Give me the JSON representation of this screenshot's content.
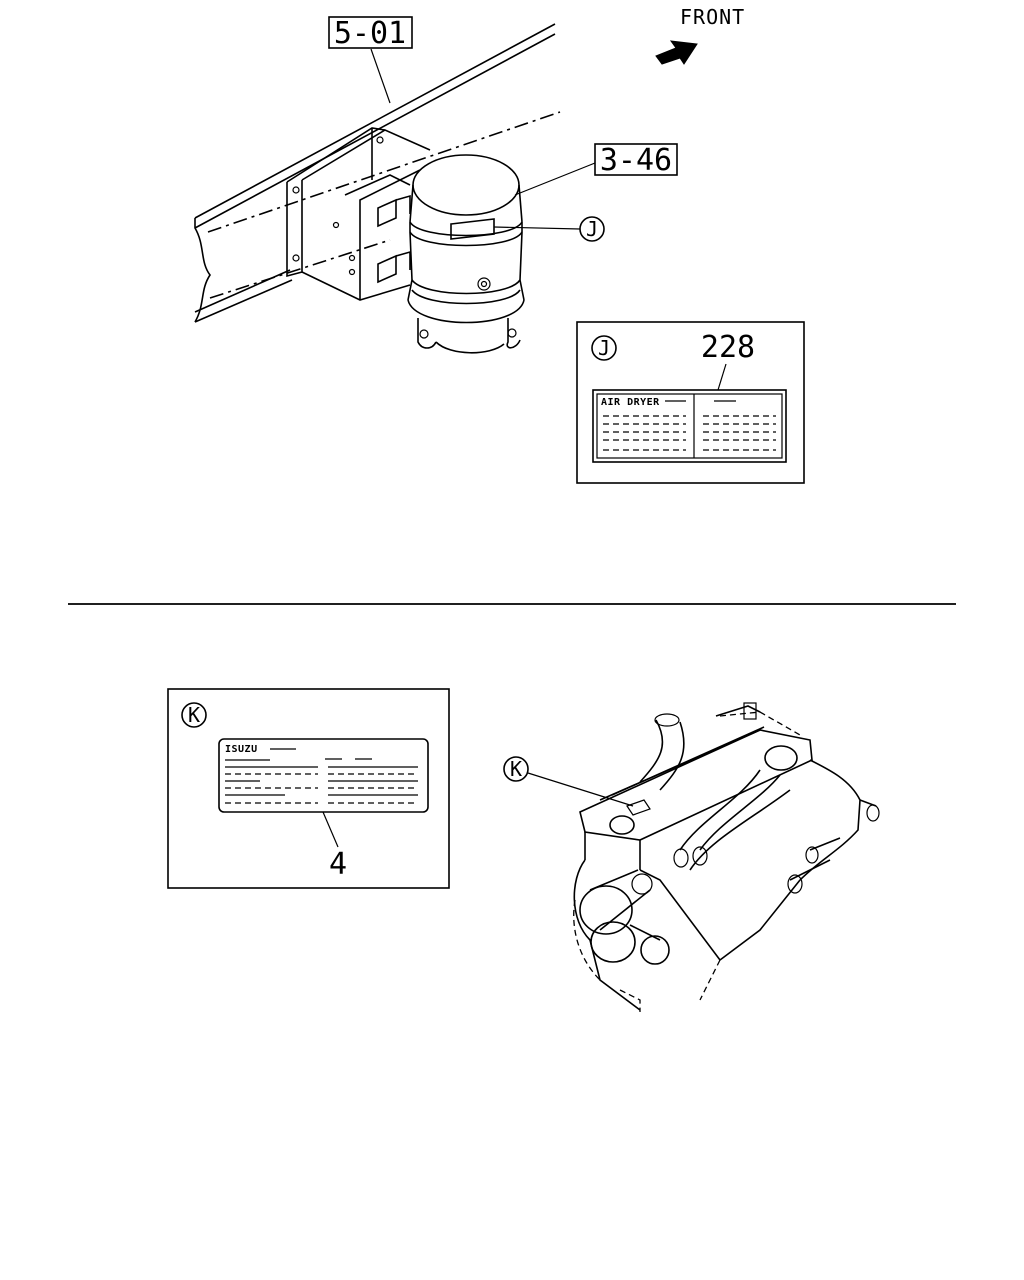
{
  "refs": {
    "frame": "5-01",
    "dryer": "3-46"
  },
  "direction_label": "FRONT",
  "callouts": {
    "j": "J",
    "k": "K"
  },
  "detail_j": {
    "marker": "J",
    "part_number": "228",
    "label_heading": "AIR DRYER"
  },
  "detail_k": {
    "marker": "K",
    "part_number": "4",
    "label_heading": "ISUZU"
  }
}
